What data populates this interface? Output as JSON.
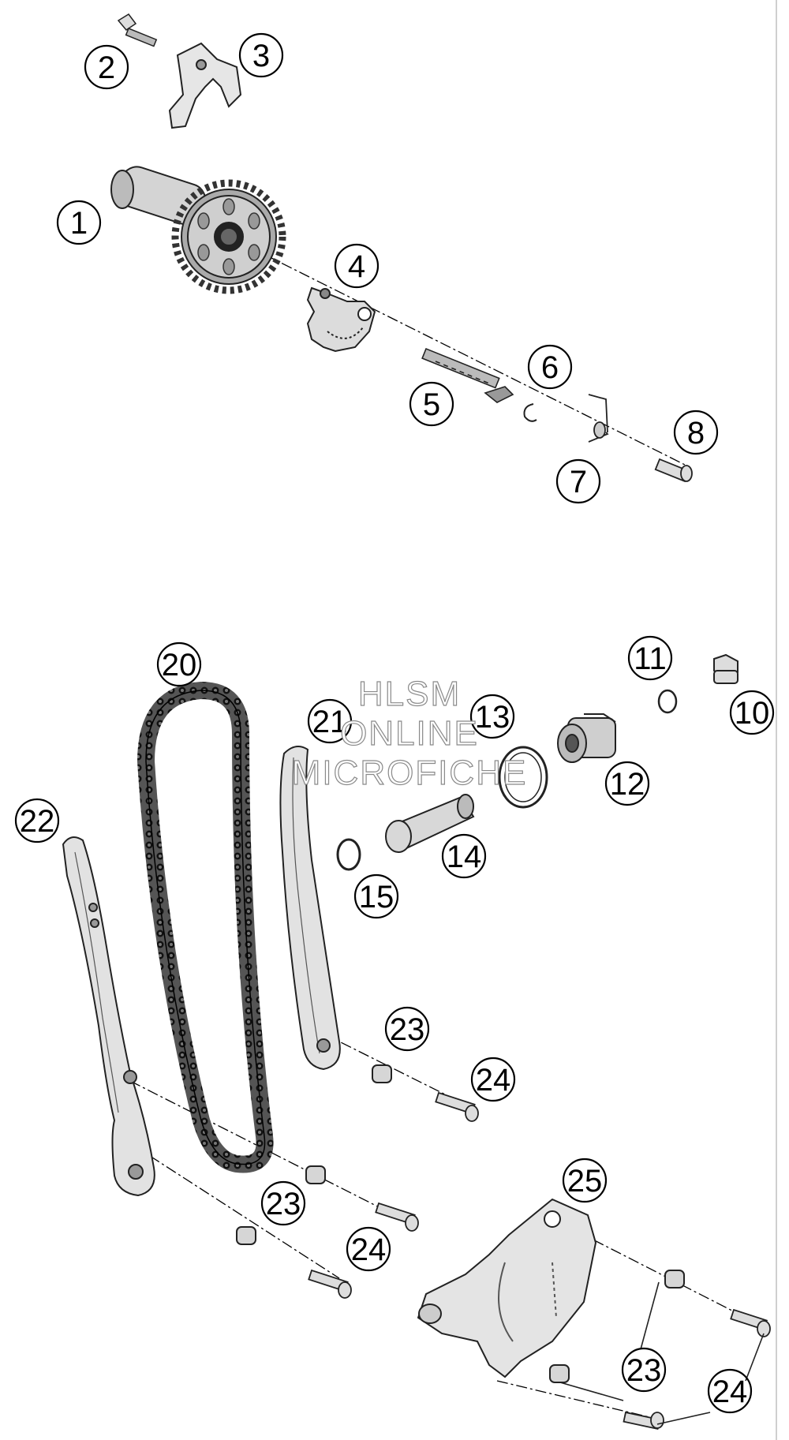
{
  "watermark": [
    "HLSM",
    "ONLINE",
    "MICROFICHE"
  ],
  "callouts": [
    "1",
    "2",
    "3",
    "4",
    "5",
    "6",
    "7",
    "8",
    "10",
    "11",
    "12",
    "13",
    "14",
    "15",
    "20",
    "21",
    "22",
    "23",
    "24",
    "25"
  ]
}
